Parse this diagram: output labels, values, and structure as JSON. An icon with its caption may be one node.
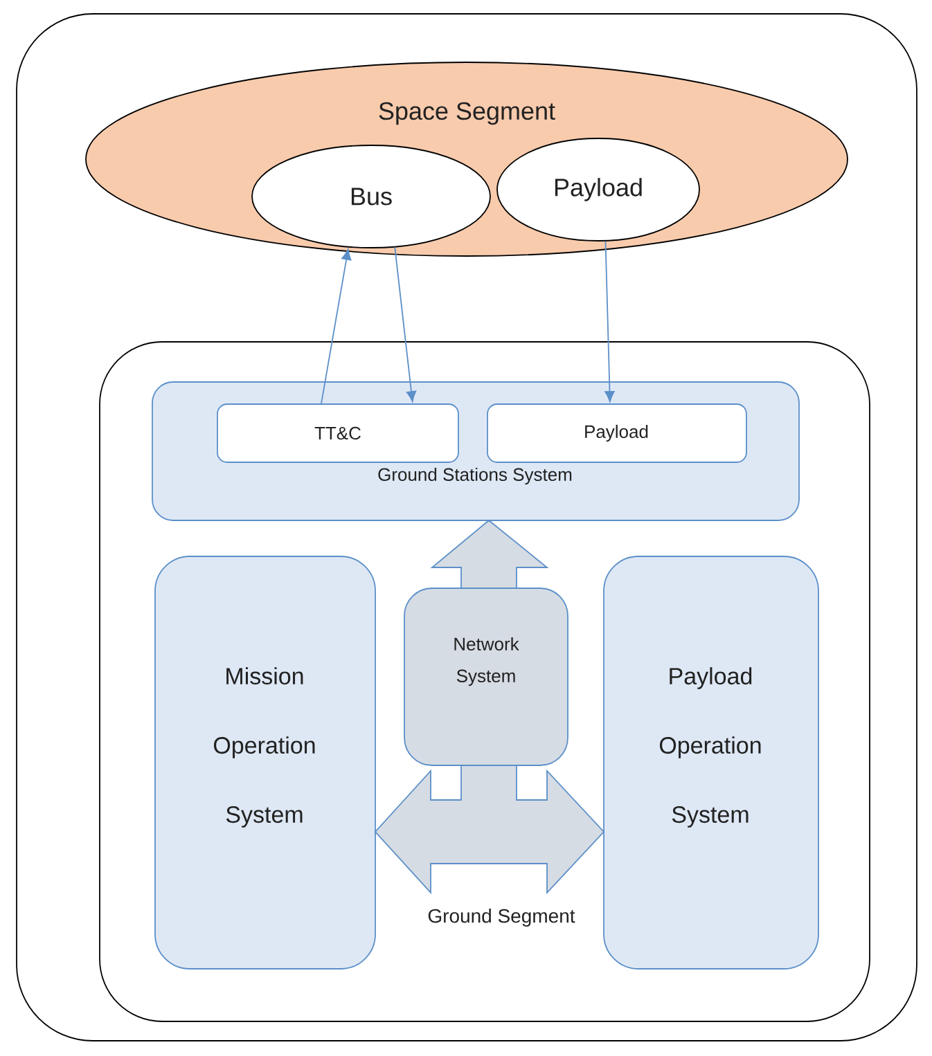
{
  "diagram": {
    "nodes": [
      {
        "text": [],
        "shape": "box"
      },
      {
        "text": [
          "Space Segment"
        ],
        "in": 0
      },
      {
        "text": [
          "Bus"
        ],
        "in": 1
      },
      {
        "text": [
          "Payload"
        ],
        "in": 1
      },
      {
        "text": [
          "Ground Segment"
        ],
        "in": 0
      },
      {
        "text": [
          "Ground Stations System"
        ],
        "in": 4
      },
      {
        "text": [
          "TT&C"
        ],
        "in": 5
      },
      {
        "text": [
          "Payload"
        ],
        "in": 5
      },
      {
        "text": [
          "Mission Operation System"
        ],
        "in": 4
      },
      {
        "text": [
          "Network System"
        ],
        "in": 4
      },
      {
        "text": [
          "Payload Operation System"
        ],
        "in": 4
      }
    ],
    "edges": [
      {
        "from": 6,
        "to": 2,
        "arrow": "to"
      },
      {
        "from": 2,
        "to": 6,
        "arrow": "to"
      },
      {
        "from": 3,
        "to": 7,
        "arrow": "to"
      },
      {
        "from": 9,
        "to": 5,
        "arrow": "to",
        "style": "thick",
        "color": "#d6dce4"
      },
      {
        "from": 9,
        "to": 8,
        "arrow": "to",
        "style": "thick",
        "color": "#d6dce4"
      },
      {
        "from": 9,
        "to": 10,
        "arrow": "to",
        "style": "thick",
        "color": "#d6dce4"
      }
    ]
  }
}
